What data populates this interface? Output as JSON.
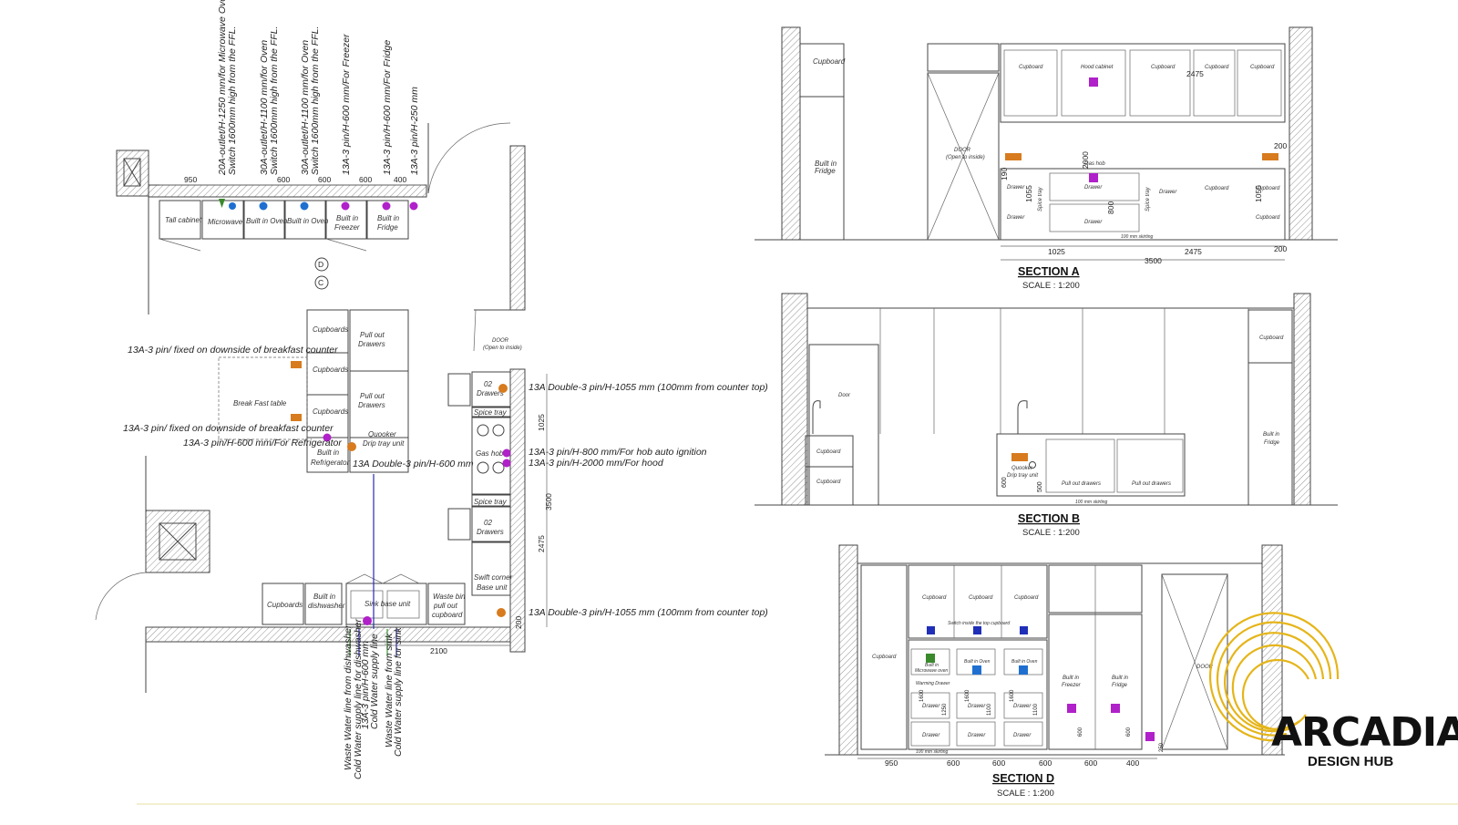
{
  "colors": {
    "purple": "#b021c9",
    "blue": "#1f6fd1",
    "green": "#3a8a2c",
    "orange": "#d77b1e",
    "pipe_blue": "#2a2ab8",
    "pipe_green": "#3f9a35",
    "logo_gold": "#e5b51a"
  },
  "plan": {
    "top_notes": [
      "20A-outlet/H-1250 mm/for Microwave Oven",
      "Switch 1600mm high from the FFL.",
      "30A-outlet/H-1100 mm/for Oven",
      "Switch 1600mm high from the FFL.",
      "30A-outlet/H-1100 mm/for Oven",
      "Switch 1600mm high from the FFL.",
      "13A-3 pin/H-600 mm/For Freezer",
      "13A-3 pin/H-600 mm/For Fridge",
      "13A-3 pin/H-250 mm"
    ],
    "top_dims": [
      "950",
      "600",
      "600",
      "600",
      "400"
    ],
    "top_units": [
      "Tall cabinet",
      "Microwave",
      "Built in Oven",
      "Built in Oven",
      "Built in",
      "Freezer",
      "Built in",
      "Fridge"
    ],
    "section_marks": [
      "D",
      "C"
    ],
    "island": {
      "cupboards": [
        "Cupboards",
        "Cupboards",
        "Cupboards"
      ],
      "drawers": [
        "Pull out",
        "Drawers",
        "Pull out",
        "Drawers"
      ],
      "table": "Break Fast table",
      "fridge": [
        "Built in",
        "Refrigerator"
      ],
      "quooker": [
        "Quooker",
        "Drip tray unit"
      ]
    },
    "left_notes": [
      "13A-3 pin/ fixed on downside of breakfast counter",
      "13A-3 pin/ fixed on downside of breakfast counter",
      "13A-3 pin/H-600 mm/For Refrigerator"
    ],
    "island_note": "13A Double-3 pin/H-600 mm",
    "door": [
      "DOOR",
      "(Open to inside)"
    ],
    "right_units": [
      "02",
      "Drawers",
      "Spice tray",
      "Gas hob",
      "Spice tray",
      "02",
      "Drawers",
      "Swift corner",
      "Base unit"
    ],
    "right_notes": [
      "13A Double-3 pin/H-1055 mm (100mm from counter top)",
      "13A-3 pin/H-800 mm/For hob auto ignition",
      "13A-3 pin/H-2000 mm/For hood",
      "13A Double-3 pin/H-1055 mm (100mm from counter top)"
    ],
    "right_dims": [
      "1025",
      "3500",
      "2475",
      "200"
    ],
    "bottom_units": [
      "Cupboards",
      "Built in",
      "dishwasher",
      "Sink base unit",
      "Waste bin",
      "pull out",
      "cupboard"
    ],
    "bottom_dim": "2100",
    "bottom_notes": [
      "Waste Water line from dishwasher",
      "Cold Water supply line for dishwasher",
      "13A-3 pin/H-600 mm",
      "Cold Water supply line",
      "Waste Water line from sink",
      "Cold Water supply line for sink"
    ]
  },
  "section_a": {
    "title": "SECTION A",
    "scale": "SCALE : 1:200",
    "labels": [
      "Cupboard",
      "Built in",
      "Fridge",
      "DOOR",
      "(Open to inside)",
      "Cupboard",
      "Hood cabinet",
      "Cupboard",
      "Cupboard",
      "Cupboard",
      "Gas hob",
      "Drawer",
      "Drawer",
      "Drawer",
      "Drawer",
      "Drawer",
      "Cupboard",
      "Cupboard",
      "Cupboard",
      "Spice tray",
      "Spice tray",
      "100 mm skirting"
    ],
    "dims": [
      "2475",
      "190",
      "1055",
      "2000",
      "800",
      "200",
      "1055",
      "1025",
      "2475",
      "3500",
      "200"
    ]
  },
  "section_b": {
    "title": "SECTION B",
    "scale": "SCALE : 1:200",
    "labels": [
      "Door",
      "Cupboard",
      "Cupboard",
      "Cupboard",
      "Built in",
      "Fridge",
      "Quooker",
      "Drip tray unit",
      "Pull out drawers",
      "Pull out drawers",
      "100 mm skirting"
    ],
    "dims": [
      "600",
      "500"
    ]
  },
  "section_d": {
    "title": "SECTION D",
    "scale": "SCALE : 1:200",
    "labels": [
      "Cupboard",
      "Cupboard",
      "Cupboard",
      "Cupboard",
      "Switch inside the top cupboard",
      "Built in",
      "Microwave oven",
      "Built in Oven",
      "Built in Oven",
      "Warming Drawer",
      "Drawer",
      "Drawer",
      "Drawer",
      "Drawer",
      "Drawer",
      "Drawer",
      "Built in",
      "Freezer",
      "Built in",
      "Fridge",
      "DOOR",
      "100 mm skirting"
    ],
    "dims": [
      "1600",
      "1250",
      "1600",
      "1100",
      "1600",
      "1100",
      "600",
      "600",
      "250",
      "950",
      "600",
      "600",
      "600",
      "600",
      "400"
    ]
  },
  "logo": {
    "name": "ARCADIA",
    "subtitle": "DESIGN HUB"
  }
}
